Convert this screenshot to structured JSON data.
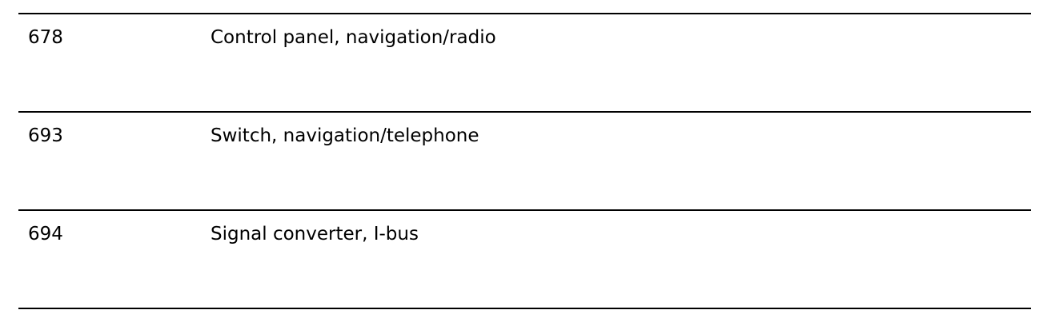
{
  "table": {
    "rows": [
      {
        "code": "678",
        "description": "Control panel, navigation/radio"
      },
      {
        "code": "693",
        "description": "Switch, navigation/telephone"
      },
      {
        "code": "694",
        "description": "Signal converter, I-bus"
      }
    ]
  }
}
